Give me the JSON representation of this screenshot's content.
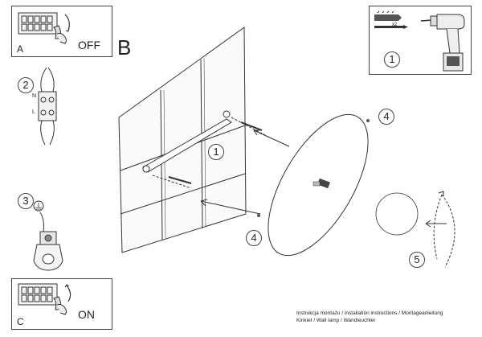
{
  "panel_a": {
    "letter": "A",
    "action": "OFF"
  },
  "panel_c": {
    "letter": "C",
    "action": "ON"
  },
  "main": {
    "letter": "B"
  },
  "callouts": {
    "step2": "2",
    "step3": "3",
    "step1_wall": "1",
    "step1_tools": "1",
    "step4_upper": "4",
    "step4_lower": "4",
    "step5": "5"
  },
  "terminal_labels": {
    "n": "N",
    "l": "L"
  },
  "tools": {
    "qty": "x2"
  },
  "footer": {
    "line1": "Instrukcja montażu / installation instructions / Montageanleitung",
    "line2": "Kinkiet / Wall lamp / Wandleuchter"
  }
}
